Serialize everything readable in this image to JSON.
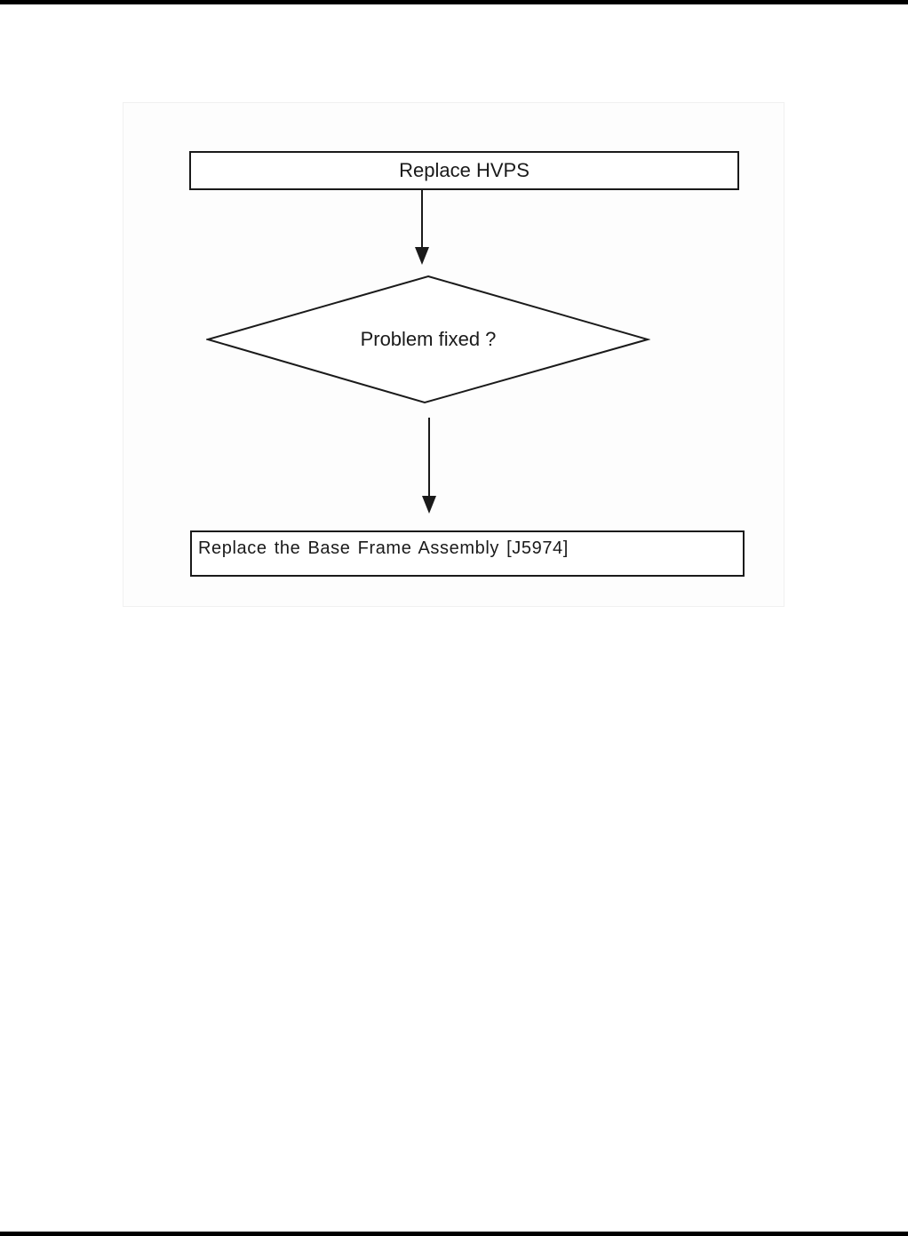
{
  "page": {
    "background_color": "#ffffff",
    "rule_color": "#000000"
  },
  "flowchart": {
    "type": "flowchart",
    "stroke_color": "#1a1a1a",
    "nodes": [
      {
        "id": "replace-hvps",
        "shape": "rectangle",
        "label": "Replace HVPS"
      },
      {
        "id": "problem-fixed",
        "shape": "diamond",
        "label": "Problem fixed ?"
      },
      {
        "id": "replace-base-frame-assembly",
        "shape": "rectangle",
        "label": "Replace the Base Frame Assembly [J5974]"
      }
    ],
    "edges": [
      {
        "from": "replace-hvps",
        "to": "problem-fixed",
        "direction": "down"
      },
      {
        "from": "problem-fixed",
        "to": "replace-base-frame-assembly",
        "direction": "down"
      }
    ]
  }
}
